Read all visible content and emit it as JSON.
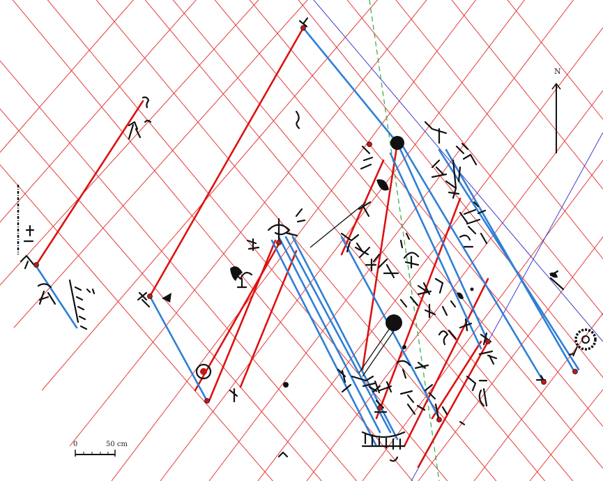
{
  "north_arrow": {
    "label": "N"
  },
  "scale_bar": {
    "start_label": "0",
    "end_label": "50 cm"
  },
  "vertical_caption": "",
  "colors": {
    "grid_red": "#e43a3a",
    "measure_red": "#dd1111",
    "measure_blue": "#2f7fd6",
    "guide_blue": "#3d3dcc",
    "guide_green": "#33b24a",
    "engraving": "#111111",
    "node_red": "#c21818"
  }
}
